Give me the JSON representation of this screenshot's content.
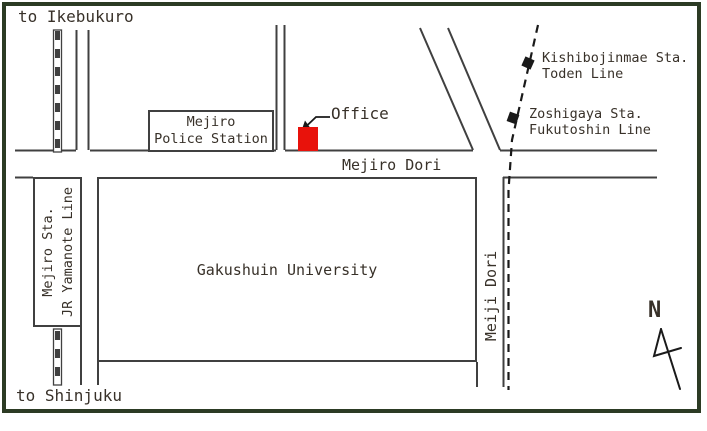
{
  "map": {
    "labels": {
      "to_ikebukuro": "to Ikebukuro",
      "to_shinjuku": "to Shinjuku",
      "office": "Office",
      "mejiro_dori": "Mejiro Dori",
      "meiji_dori": "Meiji Dori",
      "gakushuin_university": "Gakushuin University",
      "police_line1": "Mejiro",
      "police_line2": "Police Station",
      "station_line1": "Mejiro Sta.",
      "station_line2": "JR Yamanote Line",
      "kishibojinmae_line1": "Kishibojinmae Sta.",
      "kishibojinmae_line2": "Toden Line",
      "zoshigaya_line1": "Zoshigaya Sta.",
      "zoshigaya_line2": "Fukutoshin Line",
      "compass_north": "N"
    },
    "colors": {
      "frame_border": "#2c3b24",
      "road_line": "#404040",
      "text": "#383129",
      "office_marker": "#e8120b",
      "station_marker": "#1a1a1a",
      "background": "#ffffff"
    }
  }
}
